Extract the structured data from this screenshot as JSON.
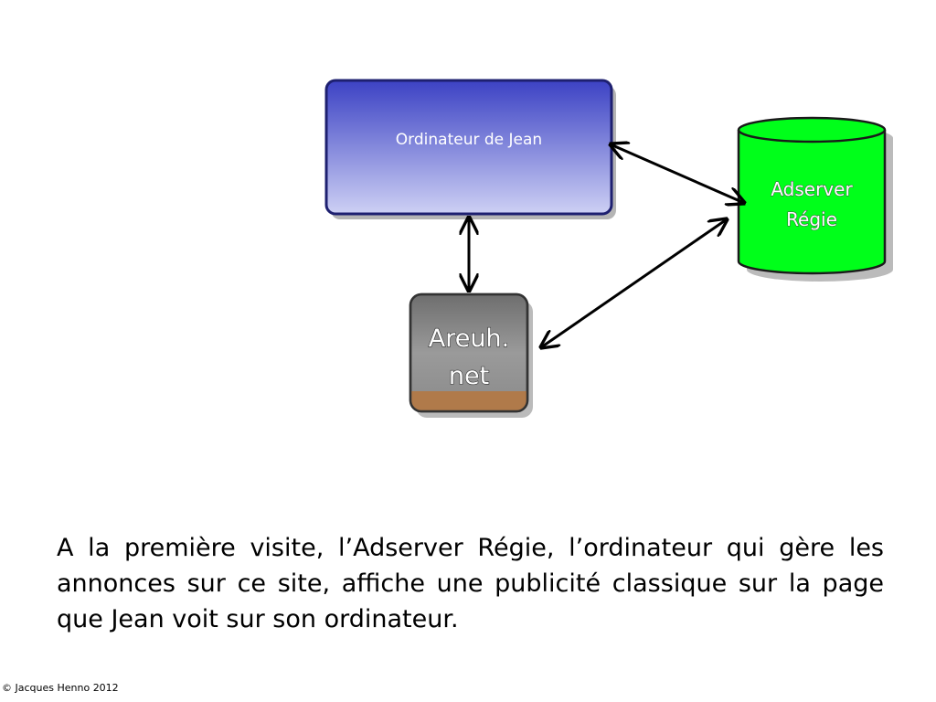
{
  "diagram": {
    "nodes": {
      "computer": {
        "label": "Ordinateur de  Jean"
      },
      "adserver": {
        "line1": "Adserver",
        "line2": "Régie"
      },
      "site": {
        "line1": "Areuh.",
        "line2": "net"
      }
    }
  },
  "caption": "A la première visite, l’Adserver Régie, l’ordinateur qui gère les annonces sur ce site, affiche une publicité classique sur la page que Jean voit sur son ordinateur.",
  "copyright": "© Jacques Henno 2012",
  "colors": {
    "computer_box_top": "#3f46c8",
    "computer_box_bottom": "#c9cbf2",
    "adserver_cylinder": "#00ff1a",
    "site_box": "#8a8a8a",
    "site_box_base": "#b07a4a"
  }
}
